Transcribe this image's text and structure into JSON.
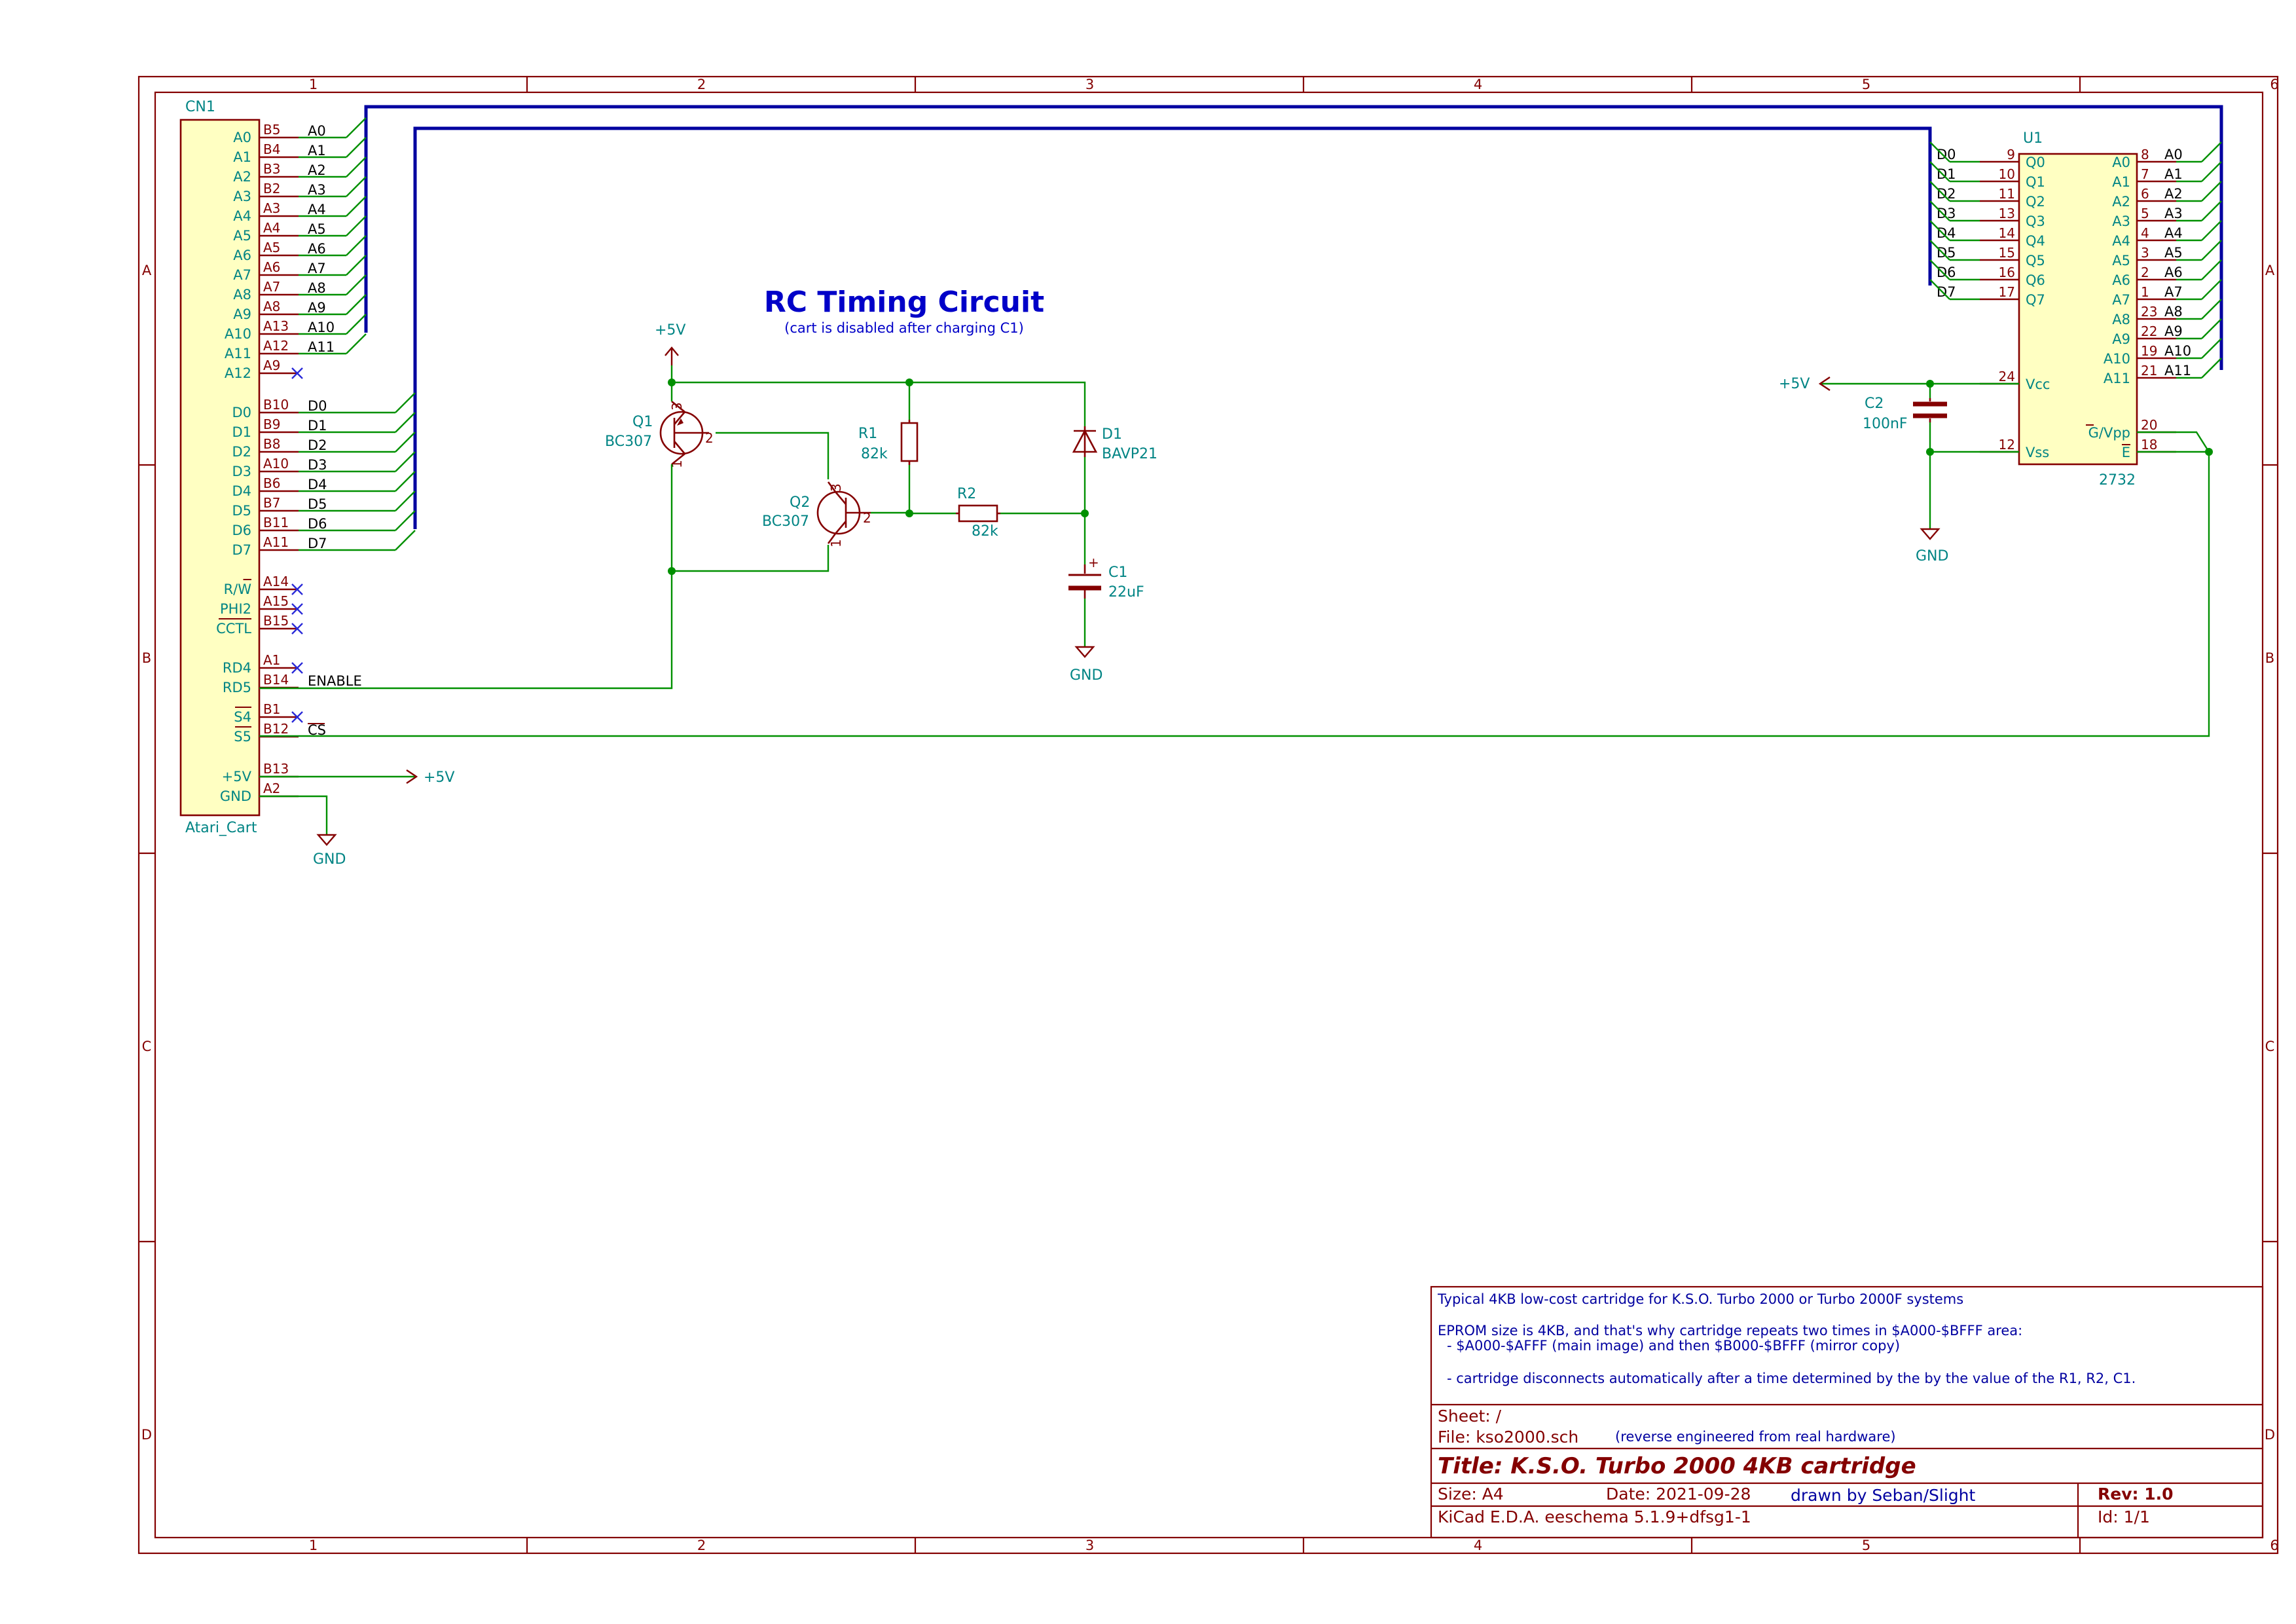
{
  "heading": {
    "title": "RC Timing Circuit",
    "subtitle": "(cart is disabled after charging C1)"
  },
  "frame": {
    "columns": [
      "1",
      "2",
      "3",
      "4",
      "5",
      "6"
    ],
    "rows": [
      "A",
      "B",
      "C",
      "D"
    ]
  },
  "cn1": {
    "ref": "CN1",
    "value": "Atari_Cart",
    "pins": [
      {
        "name": "A0",
        "num": "B5",
        "net": "A0",
        "nc": false
      },
      {
        "name": "A1",
        "num": "B4",
        "net": "A1",
        "nc": false
      },
      {
        "name": "A2",
        "num": "B3",
        "net": "A2",
        "nc": false
      },
      {
        "name": "A3",
        "num": "B2",
        "net": "A3",
        "nc": false
      },
      {
        "name": "A4",
        "num": "A3",
        "net": "A4",
        "nc": false
      },
      {
        "name": "A5",
        "num": "A4",
        "net": "A5",
        "nc": false
      },
      {
        "name": "A6",
        "num": "A5",
        "net": "A6",
        "nc": false
      },
      {
        "name": "A7",
        "num": "A6",
        "net": "A7",
        "nc": false
      },
      {
        "name": "A8",
        "num": "A7",
        "net": "A8",
        "nc": false
      },
      {
        "name": "A9",
        "num": "A8",
        "net": "A9",
        "nc": false
      },
      {
        "name": "A10",
        "num": "A13",
        "net": "A10",
        "nc": false
      },
      {
        "name": "A11",
        "num": "A12",
        "net": "A11",
        "nc": false
      },
      {
        "name": "A12",
        "num": "A9",
        "net": "",
        "nc": true
      },
      {
        "name": "D0",
        "num": "B10",
        "net": "D0",
        "nc": false
      },
      {
        "name": "D1",
        "num": "B9",
        "net": "D1",
        "nc": false
      },
      {
        "name": "D2",
        "num": "B8",
        "net": "D2",
        "nc": false
      },
      {
        "name": "D3",
        "num": "A10",
        "net": "D3",
        "nc": false
      },
      {
        "name": "D4",
        "num": "B6",
        "net": "D4",
        "nc": false
      },
      {
        "name": "D5",
        "num": "B7",
        "net": "D5",
        "nc": false
      },
      {
        "name": "D6",
        "num": "B11",
        "net": "D6",
        "nc": false
      },
      {
        "name": "D7",
        "num": "A11",
        "net": "D7",
        "nc": false
      },
      {
        "name": "R/W",
        "num": "A14",
        "net": "",
        "nc": true,
        "overbar": "W"
      },
      {
        "name": "PHI2",
        "num": "A15",
        "net": "",
        "nc": true
      },
      {
        "name": "CCTL",
        "num": "B15",
        "net": "",
        "nc": true,
        "overbar": "CCTL"
      },
      {
        "name": "RD4",
        "num": "A1",
        "net": "",
        "nc": true
      },
      {
        "name": "RD5",
        "num": "B14",
        "net": "ENABLE",
        "nc": false
      },
      {
        "name": "S4",
        "num": "B1",
        "net": "",
        "nc": true,
        "overbar": "S4"
      },
      {
        "name": "S5",
        "num": "B12",
        "net": "CS",
        "nc": false,
        "overbar": "S5",
        "netOverbar": true
      },
      {
        "name": "+5V",
        "num": "B13",
        "net": "",
        "nc": false
      },
      {
        "name": "GND",
        "num": "A2",
        "net": "",
        "nc": false
      }
    ]
  },
  "u1": {
    "ref": "U1",
    "value": "2732",
    "left_pins": [
      {
        "name": "Q0",
        "num": "9",
        "net": "D0"
      },
      {
        "name": "Q1",
        "num": "10",
        "net": "D1"
      },
      {
        "name": "Q2",
        "num": "11",
        "net": "D2"
      },
      {
        "name": "Q3",
        "num": "13",
        "net": "D3"
      },
      {
        "name": "Q4",
        "num": "14",
        "net": "D4"
      },
      {
        "name": "Q5",
        "num": "15",
        "net": "D5"
      },
      {
        "name": "Q6",
        "num": "16",
        "net": "D6"
      },
      {
        "name": "Q7",
        "num": "17",
        "net": "D7"
      },
      {
        "name": "Vcc",
        "num": "24",
        "net": ""
      },
      {
        "name": "Vss",
        "num": "12",
        "net": ""
      }
    ],
    "right_pins": [
      {
        "name": "A0",
        "num": "8",
        "net": "A0"
      },
      {
        "name": "A1",
        "num": "7",
        "net": "A1"
      },
      {
        "name": "A2",
        "num": "6",
        "net": "A2"
      },
      {
        "name": "A3",
        "num": "5",
        "net": "A3"
      },
      {
        "name": "A4",
        "num": "4",
        "net": "A4"
      },
      {
        "name": "A5",
        "num": "3",
        "net": "A5"
      },
      {
        "name": "A6",
        "num": "2",
        "net": "A6"
      },
      {
        "name": "A7",
        "num": "1",
        "net": "A7"
      },
      {
        "name": "A8",
        "num": "23",
        "net": "A8"
      },
      {
        "name": "A9",
        "num": "22",
        "net": "A9"
      },
      {
        "name": "A10",
        "num": "19",
        "net": "A10"
      },
      {
        "name": "A11",
        "num": "21",
        "net": "A11"
      },
      {
        "name": "G/Vpp",
        "num": "20",
        "net": ""
      },
      {
        "name": "E",
        "num": "18",
        "net": ""
      }
    ]
  },
  "parts": {
    "q1": {
      "ref": "Q1",
      "value": "BC307",
      "pin_b": "2",
      "pin_c": "1",
      "pin_e": "3"
    },
    "q2": {
      "ref": "Q2",
      "value": "BC307",
      "pin_b": "2",
      "pin_c": "1",
      "pin_e": "3"
    },
    "r1": {
      "ref": "R1",
      "value": "82k"
    },
    "r2": {
      "ref": "R2",
      "value": "82k"
    },
    "d1": {
      "ref": "D1",
      "value": "BAVP21"
    },
    "c1": {
      "ref": "C1",
      "value": "22uF",
      "polarity": "+"
    },
    "c2": {
      "ref": "C2",
      "value": "100nF"
    }
  },
  "power": {
    "vcc": "+5V",
    "gnd": "GND"
  },
  "notes": {
    "line1": "Typical 4KB low-cost cartridge for K.S.O. Turbo 2000 or Turbo 2000F systems",
    "line2": "EPROM size is 4KB, and that's why cartridge repeats two times in $A000-$BFFF area:",
    "line3": "- $A000-$AFFF (main image)  and then $B000-$BFFF (mirror copy)",
    "line4": "- cartridge disconnects automatically after a time determined by the by the value of the R1, R2, C1."
  },
  "title_block": {
    "sheet": "Sheet: /",
    "file": "File: kso2000.sch",
    "file_note": "(reverse engineered from real hardware)",
    "title": "Title: K.S.O. Turbo 2000 4KB cartridge",
    "size": "Size: A4",
    "date": "Date: 2021-09-28",
    "author": "drawn by Seban/Slight",
    "rev": "Rev: 1.0",
    "tool": "KiCad E.D.A.  eeschema 5.1.9+dfsg1-1",
    "id": "Id: 1/1"
  }
}
